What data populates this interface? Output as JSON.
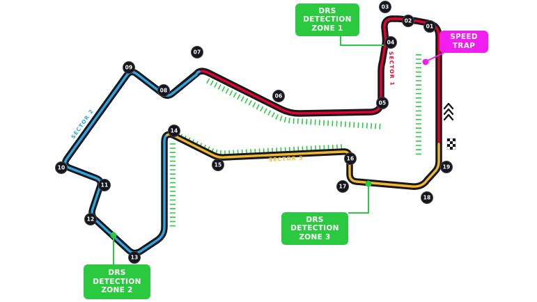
{
  "map": {
    "corners": [
      "01",
      "02",
      "03",
      "04",
      "05",
      "06",
      "07",
      "08",
      "09",
      "10",
      "11",
      "12",
      "13",
      "14",
      "15",
      "16",
      "17",
      "18",
      "19"
    ],
    "sector_labels": {
      "s1": "Sector 1",
      "s2": "Sector 2",
      "s3": "Sector 3"
    },
    "callouts": {
      "drs1": "DRS\nDETECTION\nZONE 1",
      "drs2": "DRS\nDETECTION\nZONE 2",
      "drs3": "DRS\nDETECTION\nZONE 3",
      "speed_trap": "SPEED\nTRAP"
    },
    "colors": {
      "track": "#17171f",
      "sector1_red": "#e8002d",
      "sector2_blue": "#2ea7e0",
      "sector3_yellow": "#f3b92d",
      "drs_green": "#2bc93f",
      "speed_trap_magenta": "#f01ef0"
    },
    "icons": {
      "finish_line": "checkered-flag-icon",
      "race_direction": "chevrons-up-icon"
    }
  }
}
